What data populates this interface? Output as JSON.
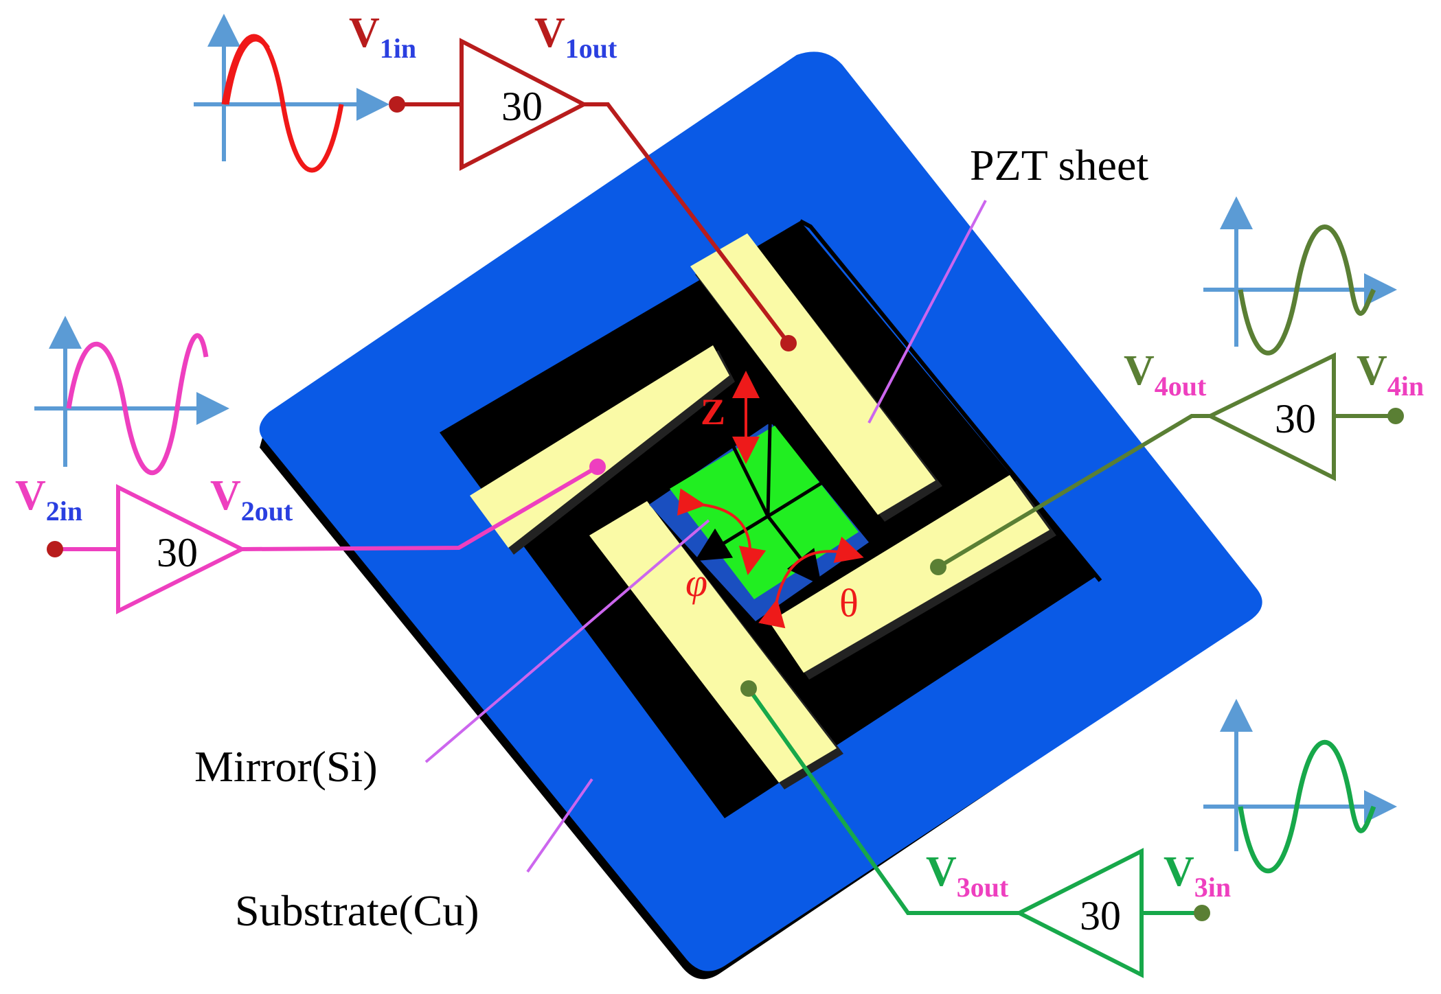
{
  "labels": {
    "pzt": "PZT sheet",
    "mirror": "Mirror(Si)",
    "substrate": "Substrate(Cu)",
    "z_axis": "Z",
    "phi": "φ",
    "theta": "θ"
  },
  "amplifiers": [
    {
      "id": "1",
      "gain": "30",
      "in_sub": "1in",
      "out_sub": "1out",
      "color": "#b81c1c"
    },
    {
      "id": "2",
      "gain": "30",
      "in_sub": "2in",
      "out_sub": "2out",
      "color": "#ee3fbf"
    },
    {
      "id": "3",
      "gain": "30",
      "in_sub": "3in",
      "out_sub": "3out",
      "color": "#17a84a"
    },
    {
      "id": "4",
      "gain": "30",
      "in_sub": "4in",
      "out_sub": "4out",
      "color": "#5a7f34"
    }
  ],
  "voltage_prefix": "V",
  "colors": {
    "substrate": "#0a5ae6",
    "pzt": "#fafaa6",
    "mirror": "#21ee21",
    "axis_arrow": "#5b9bd5",
    "rotation": "#ee1a1a",
    "pointer": "#cc66ee",
    "subscript_blue": "#2a3fe0",
    "subscript_magenta": "#ee3fbf"
  }
}
